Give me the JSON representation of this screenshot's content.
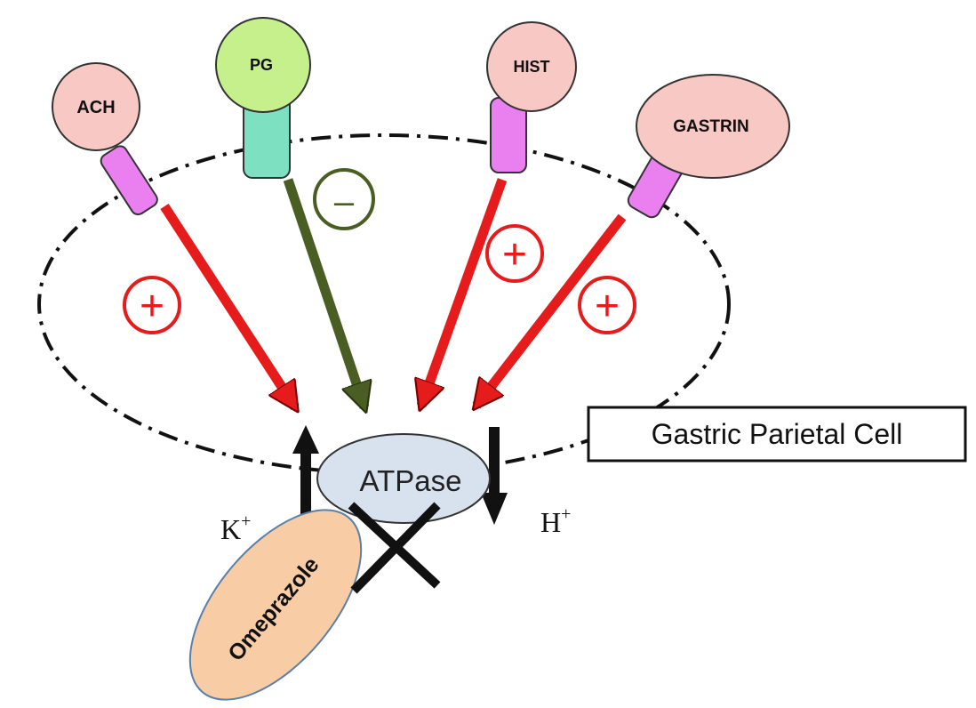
{
  "receptors": {
    "ach": {
      "label": "ACH",
      "fill": "#f8c8c4",
      "stem": "#ea7ff0"
    },
    "pg": {
      "label": "PG",
      "fill": "#c6f08c",
      "stem": "#7de0c0"
    },
    "hist": {
      "label": "HIST",
      "fill": "#f8c8c4",
      "stem": "#ea7ff0"
    },
    "gastrin": {
      "label": "GASTRIN",
      "fill": "#f8c8c4",
      "stem": "#ea7ff0"
    }
  },
  "effects": {
    "ach": "+",
    "pg": "–",
    "hist": "+",
    "gastrin": "+"
  },
  "colors": {
    "stimulate": "#e61c1c",
    "inhibit": "#4a5d23",
    "atpase_fill": "#d8e2ef",
    "omeprazole_fill": "#f8cda6"
  },
  "atpase": {
    "label": "ATPase"
  },
  "ions": {
    "potassium": "K",
    "hydrogen": "H",
    "charge": "+"
  },
  "drug": {
    "label": "Omeprazole"
  },
  "cell": {
    "label": "Gastric Parietal Cell"
  }
}
